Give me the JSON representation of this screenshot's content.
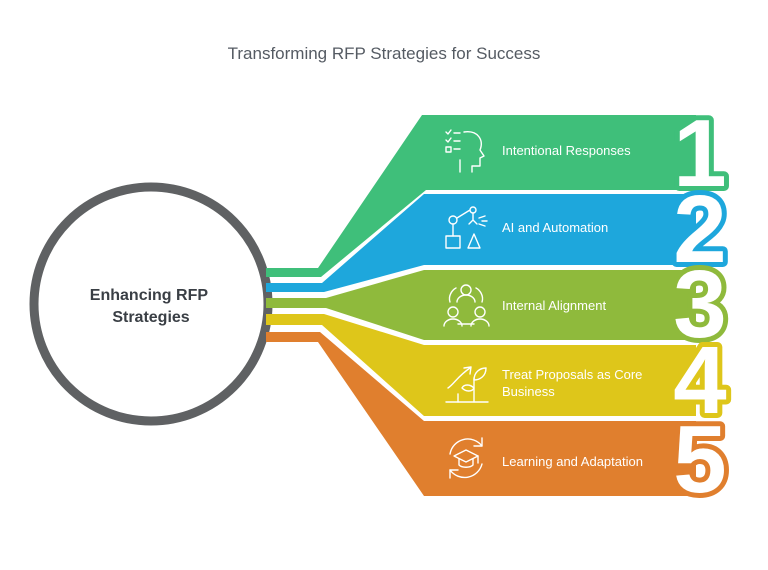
{
  "title": "Transforming RFP Strategies for Success",
  "hub": {
    "lines": [
      "Enhancing RFP",
      "Strategies"
    ]
  },
  "strategies": [
    {
      "number": "1",
      "label_lines": [
        "Intentional Responses"
      ],
      "color": "#3fbf7a",
      "icon": "checklist-head-icon"
    },
    {
      "number": "2",
      "label_lines": [
        "AI and Automation"
      ],
      "color": "#1ea7dc",
      "icon": "robot-arm-icon"
    },
    {
      "number": "3",
      "label_lines": [
        "Internal Alignment"
      ],
      "color": "#8fba3c",
      "icon": "team-alignment-icon"
    },
    {
      "number": "4",
      "label_lines": [
        "Treat Proposals as Core",
        "Business"
      ],
      "color": "#dec61a",
      "icon": "growth-chart-icon"
    },
    {
      "number": "5",
      "label_lines": [
        "Learning and Adaptation"
      ],
      "color": "#e07f2e",
      "icon": "graduation-cap-cycle-icon"
    }
  ],
  "colors": {
    "hub_ring": "#5f6163",
    "title_text": "#555b63",
    "hub_text": "#3a3f45"
  }
}
